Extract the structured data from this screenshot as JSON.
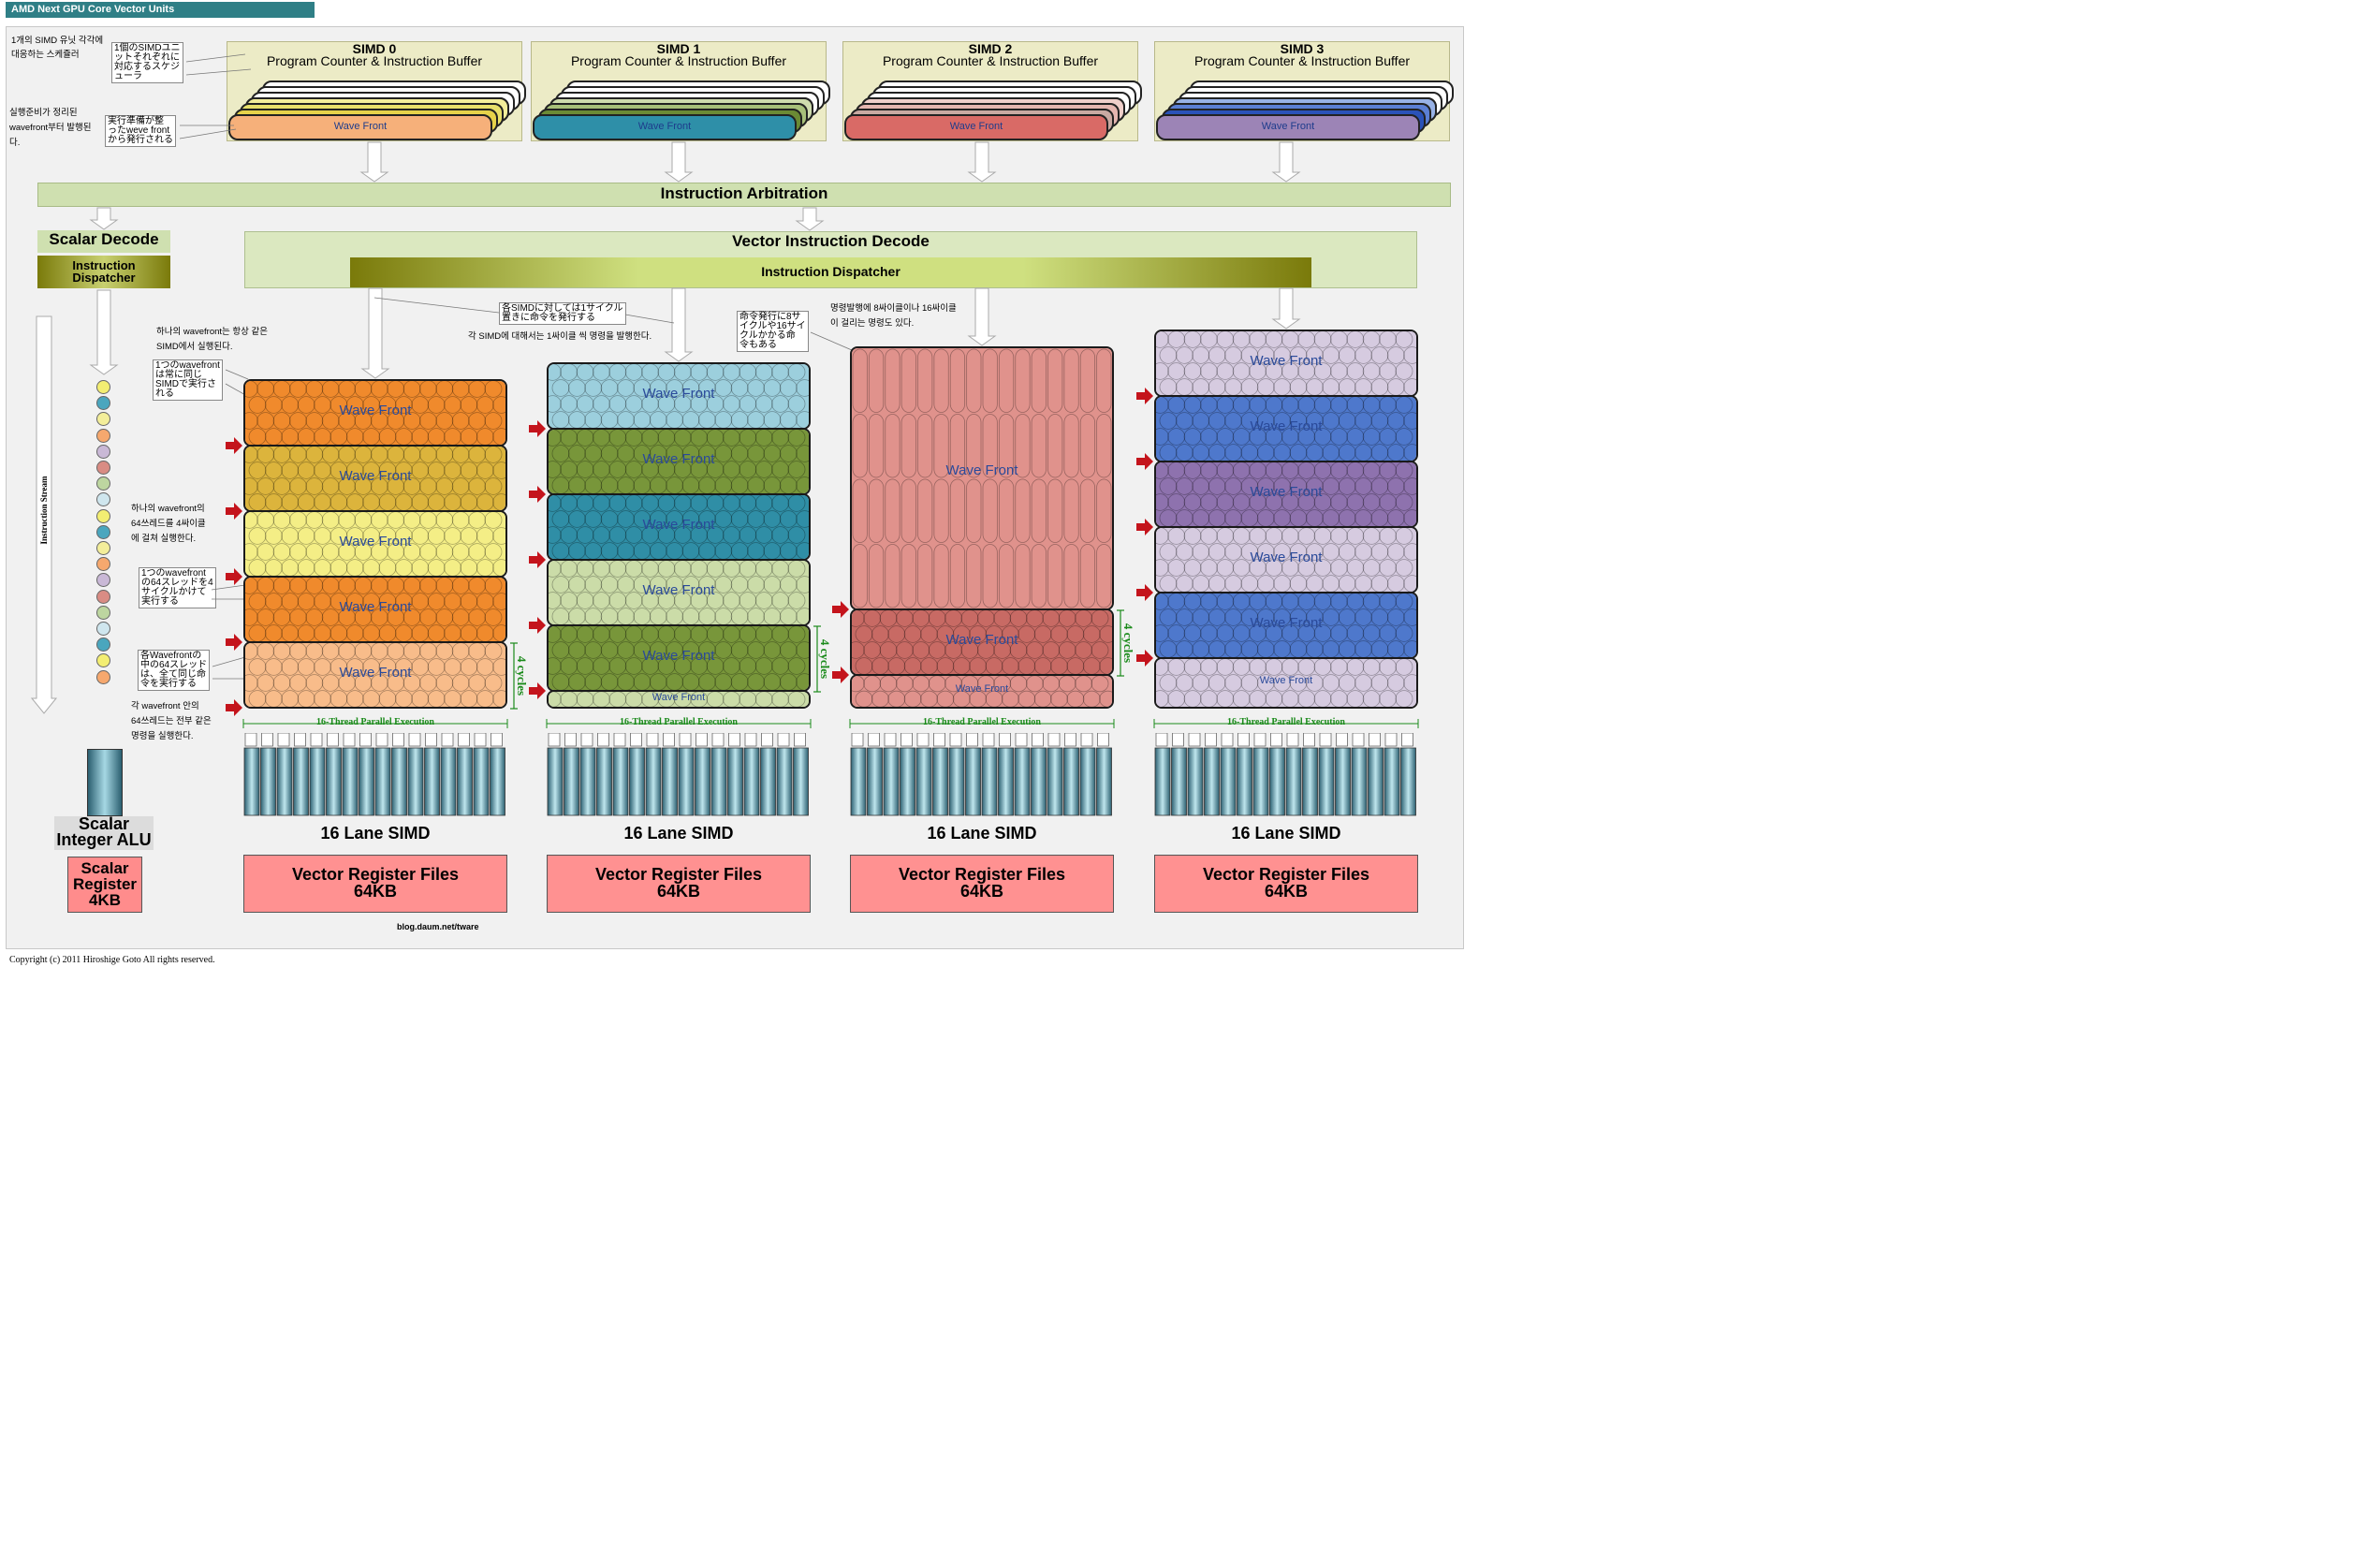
{
  "title": "AMD Next GPU Core Vector Units",
  "simds": [
    {
      "name": "SIMD 0",
      "subtitle": "Program Counter & Instruction Buffer",
      "front_color": "#f6b07a",
      "stack_colors": [
        "#e6d24a",
        "#e8e06a",
        "#f3ee9a"
      ]
    },
    {
      "name": "SIMD 1",
      "subtitle": "Program Counter & Instruction Buffer",
      "front_color": "#2e8fa8",
      "stack_colors": [
        "#6b8a34",
        "#a7c07a",
        "#cfdcae"
      ]
    },
    {
      "name": "SIMD 2",
      "subtitle": "Program Counter & Instruction Buffer",
      "front_color": "#d96a66",
      "stack_colors": [
        "#c9a9a2",
        "#e5b6b0",
        "#efcfca"
      ]
    },
    {
      "name": "SIMD 3",
      "subtitle": "Program Counter & Instruction Buffer",
      "front_color": "#9c84b6",
      "stack_colors": [
        "#2a52b8",
        "#5b7fd4",
        "#98b2e6"
      ]
    }
  ],
  "wave_front": "Wave Front",
  "instruction_arbitration": "Instruction Arbitration",
  "scalar_decode": "Scalar Decode",
  "instruction_dispatcher_short": "Instruction\nDispatcher",
  "vector_instruction_decode": "Vector Instruction Decode",
  "instruction_dispatcher": "Instruction Dispatcher",
  "instruction_stream": "Instruction Stream",
  "parallel_exec": "16-Thread Parallel Execution",
  "four_cycles": "4 cycles",
  "lane_simd": "16 Lane SIMD",
  "vrf": "Vector Register Files\n64KB",
  "scalar_alu": "Scalar\nInteger ALU",
  "scalar_reg": "Scalar\nRegister\n4KB",
  "source": "blog.daum.net/tware",
  "copyright": "Copyright (c) 2011 Hiroshige Goto All rights reserved.",
  "notes": {
    "kr_scheduler": "1개의 SIMD 유닛 각각에\n대응하는 스케쥴러",
    "jp_scheduler": "1個のSIMDユニ\nットそれぞれに\n対応するスケジ\nューラ",
    "kr_ready": "실행준비가 정리된\nwavefront부터 발행된\n다.",
    "jp_ready": "実行準備が整\nったweve front\nから発行される",
    "kr_same_simd": "하나의 wavefront는 항상 같은\nSIMD에서 실행된다.",
    "jp_same_simd": "1つのwavefront\nは常に同じ\nSIMDで実行さ\nれる",
    "kr_64threads": "하나의 wavefront의\n64쓰레드를 4싸이클\n에 걸쳐 실행한다.",
    "jp_64threads": "1つのwavefront\nの64スレッドを4\nサイクルかけて\n実行する",
    "jp_same_instr": "各Wavefrontの\n中の64スレッド\nは、全て同じ命\n令を実行する",
    "kr_same_instr": "각 wavefront 안의\n64쓰레드는 전부 같은\n명령을 실행한다.",
    "jp_1cycle": "各SIMDに対しては1サイクル\n置きに命令を発行する",
    "kr_1cycle": "각 SIMD에 대해서는 1싸이클 씩 명령을 발행한다.",
    "jp_8cycle": "命令発行に8サ\nイクルや16サイ\nクルかかる命\n令もある",
    "kr_8cycle": "명령발행에 8싸이클이나 16싸이클\n이 걸리는 명령도 있다."
  },
  "colors": {
    "simd0_blocks": [
      "#f08a2c",
      "#dcb43c",
      "#f4ee86",
      "#f08a2c",
      "#f8bc8a",
      "#f8bc8a"
    ],
    "simd1_blocks": [
      "#9ccfdd",
      "#78963a",
      "#2f8ea6",
      "#cbdca8",
      "#78963a",
      "#cbdca8"
    ],
    "simd2_blocks": [
      "#e0928c",
      "#c86a64",
      "#e0928c"
    ],
    "simd3_blocks": [
      "#d6cbe0",
      "#4e78cc",
      "#8e72ae",
      "#d6cbe0",
      "#4e78cc",
      "#d6cbe0"
    ],
    "dots": [
      "#f3ee72",
      "#4aa6be",
      "#f3ee9a",
      "#f6a86e",
      "#c9b8d6",
      "#d98c84",
      "#bdd6a0",
      "#cfe6ee",
      "#f3ee72",
      "#4aa6be",
      "#f3ee9a",
      "#f6a86e",
      "#c9b8d6",
      "#d98c84",
      "#bdd6a0",
      "#cfe6ee",
      "#4aa6be",
      "#f3ee72",
      "#f6a86e"
    ]
  }
}
